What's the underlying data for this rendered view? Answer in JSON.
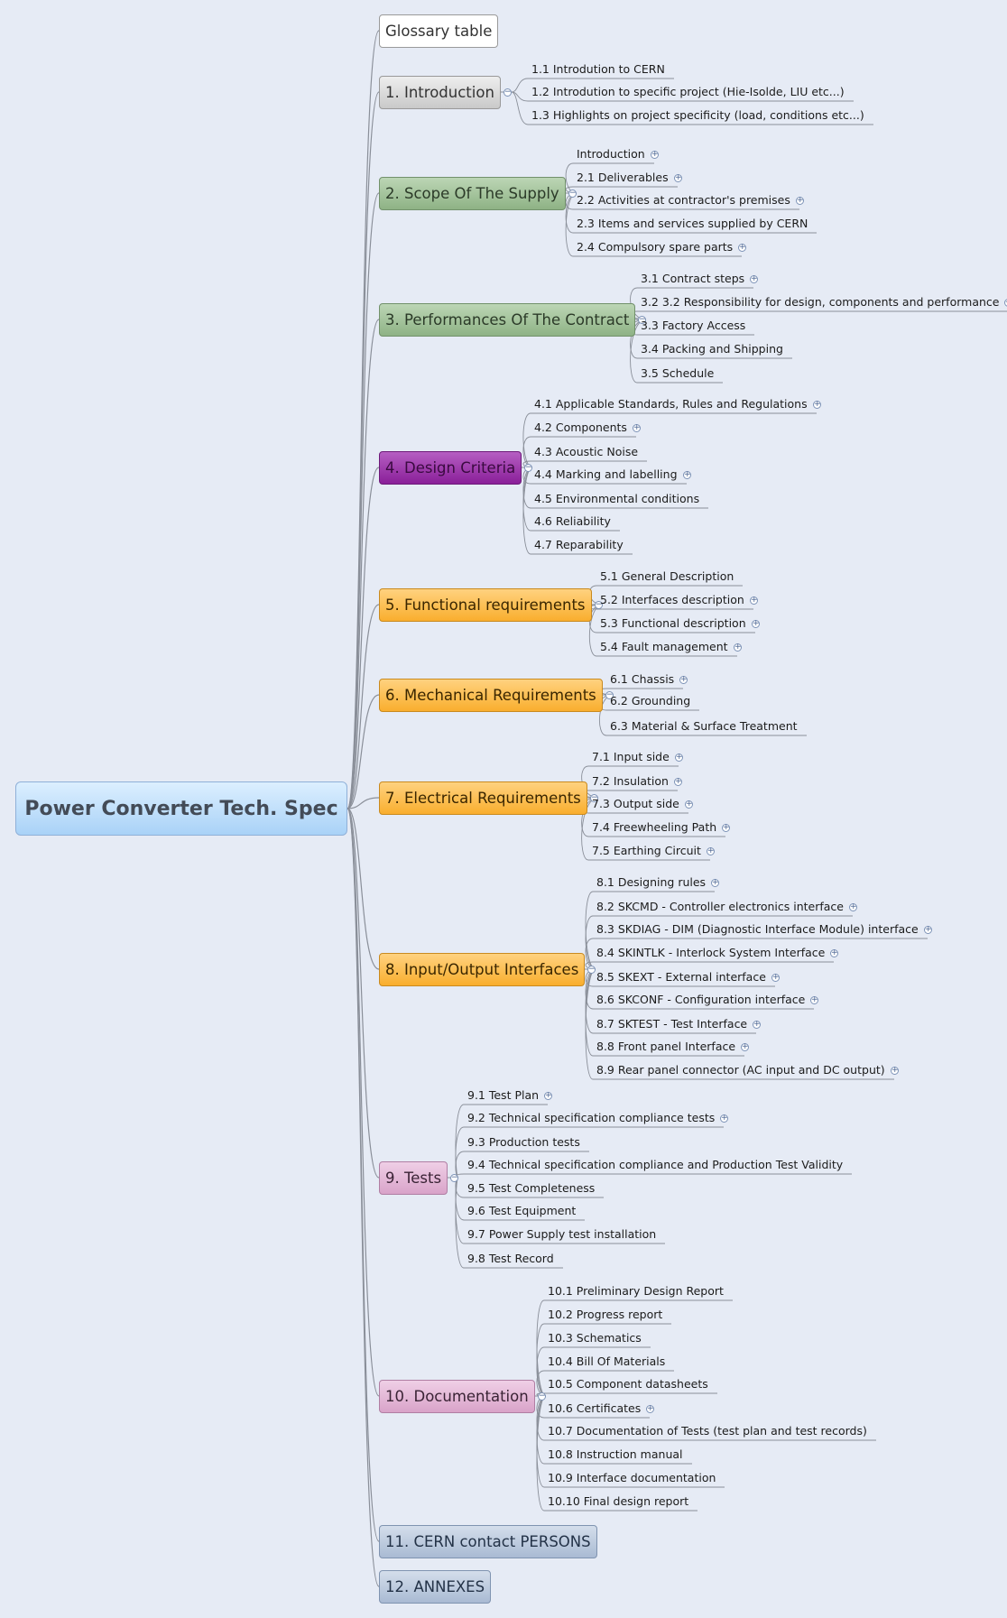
{
  "root": {
    "title": "Power Converter Tech. Spec"
  },
  "topics": [
    {
      "label": "Glossary table",
      "style": "white",
      "subtopics": []
    },
    {
      "label": "1. Introduction",
      "style": "grey",
      "subtopics": [
        {
          "label": "1.1 Introdution to CERN",
          "expandable": false
        },
        {
          "label": "1.2 Introdution to specific project (Hie-Isolde, LIU etc...)",
          "expandable": false
        },
        {
          "label": "1.3 Highlights on project specificity (load, conditions etc...)",
          "expandable": false
        }
      ]
    },
    {
      "label": "2. Scope Of The Supply",
      "style": "green",
      "subtopics": [
        {
          "label": "Introduction",
          "expandable": true
        },
        {
          "label": "2.1 Deliverables",
          "expandable": true
        },
        {
          "label": "2.2 Activities at contractor's premises",
          "expandable": true
        },
        {
          "label": "2.3 Items and services supplied by CERN",
          "expandable": false
        },
        {
          "label": "2.4 Compulsory spare parts",
          "expandable": true
        }
      ]
    },
    {
      "label": "3. Performances Of The Contract",
      "style": "green",
      "subtopics": [
        {
          "label": "3.1 Contract steps",
          "expandable": true
        },
        {
          "label": "3.2 3.2 Responsibility for design, components and performance",
          "expandable": true
        },
        {
          "label": "3.3 Factory Access",
          "expandable": false
        },
        {
          "label": "3.4 Packing and Shipping",
          "expandable": false
        },
        {
          "label": "3.5 Schedule",
          "expandable": false
        }
      ]
    },
    {
      "label": "4. Design Criteria",
      "style": "purple",
      "subtopics": [
        {
          "label": "4.1 Applicable Standards, Rules and Regulations",
          "expandable": true
        },
        {
          "label": "4.2 Components",
          "expandable": true
        },
        {
          "label": "4.3 Acoustic Noise",
          "expandable": false
        },
        {
          "label": "4.4 Marking and labelling",
          "expandable": true
        },
        {
          "label": "4.5 Environmental conditions",
          "expandable": false
        },
        {
          "label": "4.6 Reliability",
          "expandable": false
        },
        {
          "label": "4.7 Reparability",
          "expandable": false
        }
      ]
    },
    {
      "label": "5. Functional requirements",
      "style": "orange",
      "subtopics": [
        {
          "label": "5.1 General Description",
          "expandable": false
        },
        {
          "label": "5.2 Interfaces description",
          "expandable": true
        },
        {
          "label": "5.3 Functional description",
          "expandable": true
        },
        {
          "label": "5.4 Fault management",
          "expandable": true
        }
      ]
    },
    {
      "label": "6. Mechanical Requirements",
      "style": "orange",
      "subtopics": [
        {
          "label": "6.1 Chassis",
          "expandable": true
        },
        {
          "label": "6.2 Grounding",
          "expandable": false
        },
        {
          "label": "6.3 Material & Surface Treatment",
          "expandable": false
        }
      ]
    },
    {
      "label": "7. Electrical Requirements",
      "style": "orange",
      "subtopics": [
        {
          "label": "7.1 Input side",
          "expandable": true
        },
        {
          "label": "7.2 Insulation",
          "expandable": true
        },
        {
          "label": "7.3 Output side",
          "expandable": true
        },
        {
          "label": "7.4 Freewheeling Path",
          "expandable": true
        },
        {
          "label": "7.5 Earthing Circuit",
          "expandable": true
        }
      ]
    },
    {
      "label": "8. Input/Output Interfaces",
      "style": "orange",
      "subtopics": [
        {
          "label": "8.1 Designing rules",
          "expandable": true
        },
        {
          "label": "8.2 SKCMD - Controller electronics interface",
          "expandable": true
        },
        {
          "label": "8.3 SKDIAG - DIM (Diagnostic Interface Module) interface",
          "expandable": true
        },
        {
          "label": "8.4 SKINTLK - Interlock System Interface",
          "expandable": true
        },
        {
          "label": "8.5 SKEXT - External interface",
          "expandable": true
        },
        {
          "label": "8.6 SKCONF - Configuration interface",
          "expandable": true
        },
        {
          "label": "8.7 SKTEST - Test Interface",
          "expandable": true
        },
        {
          "label": "8.8 Front panel Interface",
          "expandable": true
        },
        {
          "label": "8.9 Rear panel connector (AC input and DC output)",
          "expandable": true
        }
      ]
    },
    {
      "label": "9. Tests",
      "style": "pink",
      "subtopics": [
        {
          "label": "9.1 Test Plan",
          "expandable": true
        },
        {
          "label": "9.2 Technical specification compliance tests",
          "expandable": true
        },
        {
          "label": "9.3 Production tests",
          "expandable": false
        },
        {
          "label": "9.4 Technical specification compliance and Production Test Validity",
          "expandable": false
        },
        {
          "label": "9.5 Test Completeness",
          "expandable": false
        },
        {
          "label": "9.6 Test Equipment",
          "expandable": false
        },
        {
          "label": "9.7 Power Supply test installation",
          "expandable": false
        },
        {
          "label": "9.8 Test Record",
          "expandable": false
        }
      ]
    },
    {
      "label": "10. Documentation",
      "style": "pink",
      "subtopics": [
        {
          "label": "10.1 Preliminary Design Report",
          "expandable": false
        },
        {
          "label": "10.2 Progress report",
          "expandable": false
        },
        {
          "label": "10.3 Schematics",
          "expandable": false
        },
        {
          "label": "10.4 Bill Of Materials",
          "expandable": false
        },
        {
          "label": "10.5 Component datasheets",
          "expandable": false
        },
        {
          "label": "10.6 Certificates",
          "expandable": true
        },
        {
          "label": "10.7 Documentation of Tests (test plan and test records)",
          "expandable": false
        },
        {
          "label": "10.8 Instruction manual",
          "expandable": false
        },
        {
          "label": "10.9 Interface documentation",
          "expandable": false
        },
        {
          "label": "10.10 Final design report",
          "expandable": false
        }
      ]
    },
    {
      "label": "11. CERN contact PERSONS",
      "style": "blue",
      "subtopics": []
    },
    {
      "label": "12. ANNEXES",
      "style": "blue",
      "subtopics": []
    }
  ]
}
